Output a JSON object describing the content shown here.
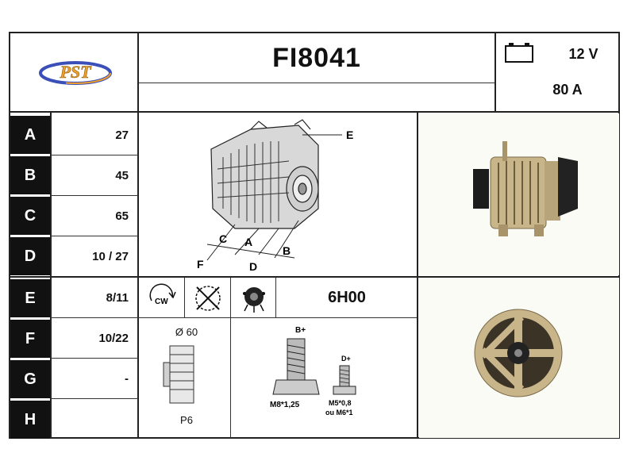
{
  "header": {
    "model": "FI8041",
    "voltage": "12 V",
    "current": "80 A",
    "logo_text": "PST"
  },
  "dimensions": [
    {
      "letter": "A",
      "value": "27"
    },
    {
      "letter": "B",
      "value": "45"
    },
    {
      "letter": "C",
      "value": "65"
    },
    {
      "letter": "D",
      "value": "10 / 27"
    },
    {
      "letter": "E",
      "value": "8/11"
    },
    {
      "letter": "F",
      "value": "10/22"
    },
    {
      "letter": "G",
      "value": "-"
    },
    {
      "letter": "H",
      "value": ""
    }
  ],
  "drawing_labels": {
    "e": "E",
    "c": "C",
    "a": "A",
    "b": "B",
    "f": "F",
    "d": "D"
  },
  "rotation": {
    "cw_label": "CW",
    "clock_position": "6H00"
  },
  "pulley": {
    "diameter": "Ø 60",
    "type": "P6"
  },
  "terminals": {
    "b_plus_label": "B+",
    "b_plus_thread": "M8*1,25",
    "d_plus_label": "D+",
    "d_plus_thread": "M5*0,8",
    "d_plus_alt": "ou M6*1"
  },
  "colors": {
    "border": "#222222",
    "letter_bg": "#111111",
    "logo_blue": "#3b4fb8",
    "logo_orange": "#f0a02a",
    "photo_body": "#c9b58a"
  },
  "icons": [
    "battery-icon",
    "cw-rotation-icon",
    "cross-circle-icon",
    "regulator-icon"
  ]
}
